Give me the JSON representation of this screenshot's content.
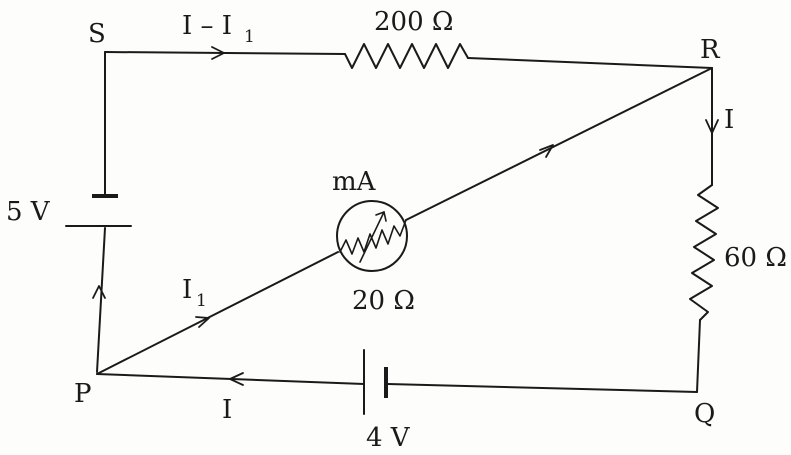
{
  "nodes": {
    "s": "S",
    "r": "R",
    "p": "P",
    "q": "Q"
  },
  "resistors": {
    "top": "200 Ω",
    "right": "60 Ω",
    "meter": "20 Ω"
  },
  "meter": {
    "label": "mA"
  },
  "batteries": {
    "left": "5 V",
    "bottom": "4 V"
  },
  "currents": {
    "top_main": "I – I",
    "top_sub": "1",
    "right": "I",
    "bottom": "I",
    "diag_main": "I",
    "diag_sub": "1"
  }
}
